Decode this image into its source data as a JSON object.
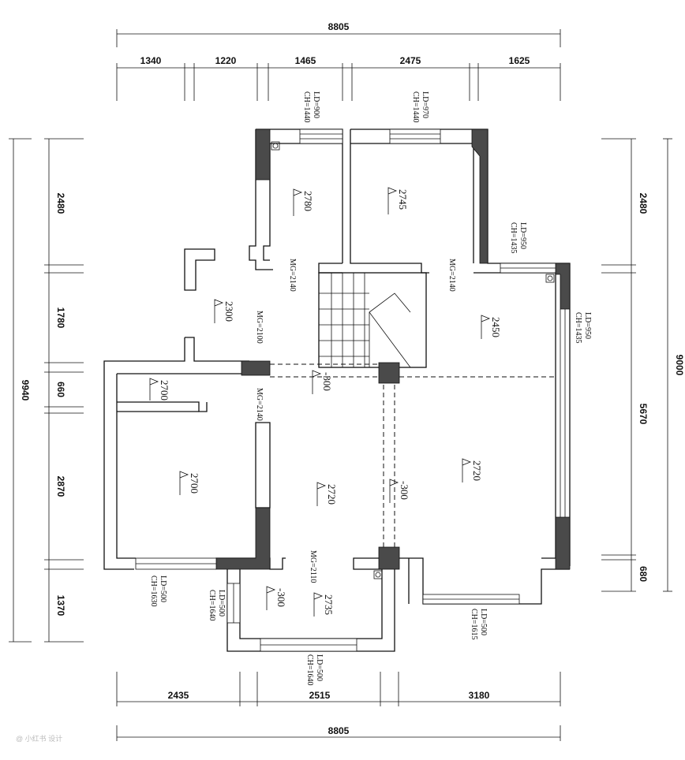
{
  "dimensions": {
    "top_total": "8805",
    "top_segments": [
      "1340",
      "1220",
      "1465",
      "2475",
      "1625"
    ],
    "bottom_total": "8805",
    "bottom_segments": [
      "2435",
      "2515",
      "3180"
    ],
    "left_total": "9940",
    "left_segments": [
      "2480",
      "1780",
      "660",
      "2870",
      "1370"
    ],
    "right_total": "9000",
    "right_segments": [
      "2480",
      "5670",
      "680"
    ]
  },
  "windows": [
    {
      "ld": "LD=900",
      "ch": "CH=1440"
    },
    {
      "ld": "LD=970",
      "ch": "CH=1440"
    },
    {
      "ld": "LD=950",
      "ch": "CH=1435"
    },
    {
      "ld": "LD=950",
      "ch": "CH=1435"
    },
    {
      "ld": "LD=500",
      "ch": "CH=1630"
    },
    {
      "ld": "LD=500",
      "ch": "CH=1640"
    },
    {
      "ld": "LD=500",
      "ch": "CH=1640"
    },
    {
      "ld": "LD=500",
      "ch": "CH=1615"
    }
  ],
  "door_marks": [
    "MG=2140",
    "MG=2140",
    "MG=2100",
    "MG=2140",
    "MG=2110"
  ],
  "levels": [
    "2780",
    "2745",
    "2300",
    "2450",
    "-300",
    "2700",
    "2700",
    "2720",
    "-300",
    "2720",
    "-300",
    "2735"
  ],
  "watermark": "@ 小红书 设计"
}
